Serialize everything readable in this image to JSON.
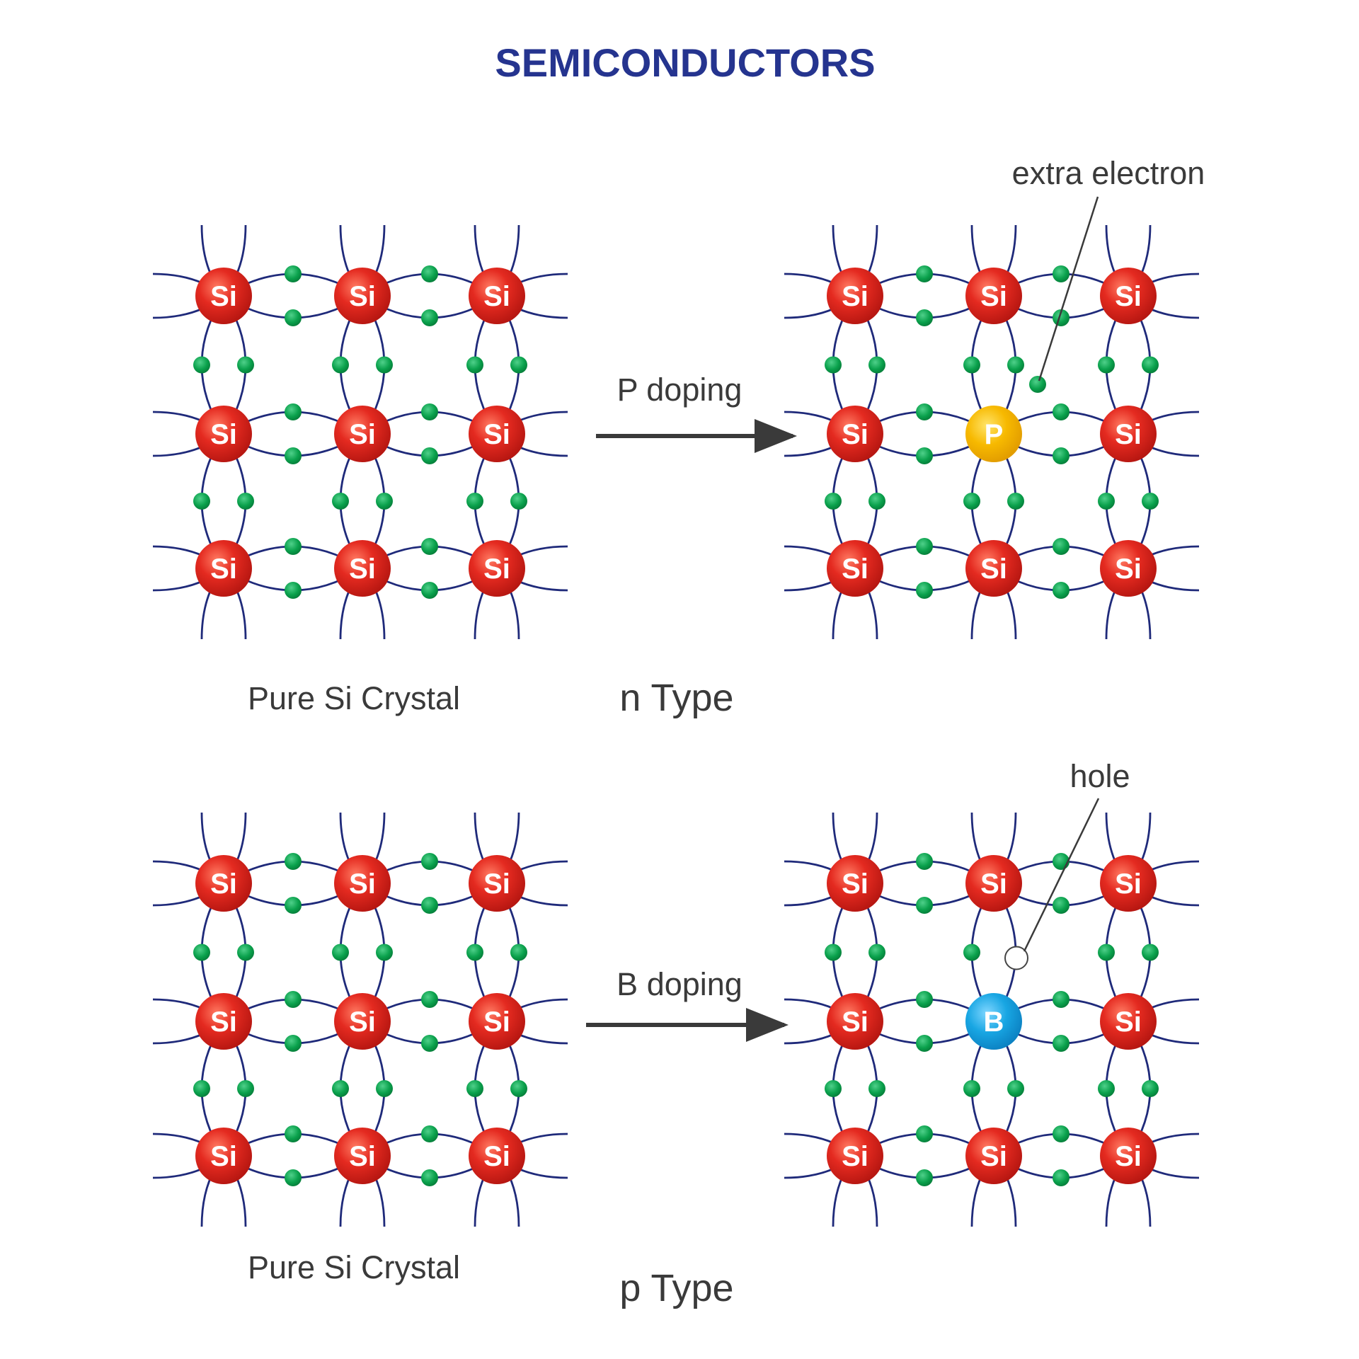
{
  "title": "SEMICONDUCTORS",
  "colors": {
    "title": "#25348f",
    "text": "#3a3a3a",
    "bond": "#1f2a7a",
    "electron": "#0aa14c",
    "silicon": "#e0261e",
    "phosphorus": "#f5b800",
    "boron": "#16a3e0",
    "arrow": "#3a3a3a",
    "hole_fill": "#ffffff",
    "hole_stroke": "#444444"
  },
  "atom_labels": {
    "silicon": "Si",
    "phosphorus": "P",
    "boron": "B"
  },
  "rows": [
    {
      "id": "n",
      "left_caption": "Pure Si Crystal",
      "doping_label": "P doping",
      "type_label": "n Type",
      "dopant": "phosphorus",
      "annotation": "extra electron"
    },
    {
      "id": "p",
      "left_caption": "Pure Si Crystal",
      "doping_label": "B doping",
      "type_label": "p Type",
      "dopant": "boron",
      "annotation": "hole"
    }
  ]
}
